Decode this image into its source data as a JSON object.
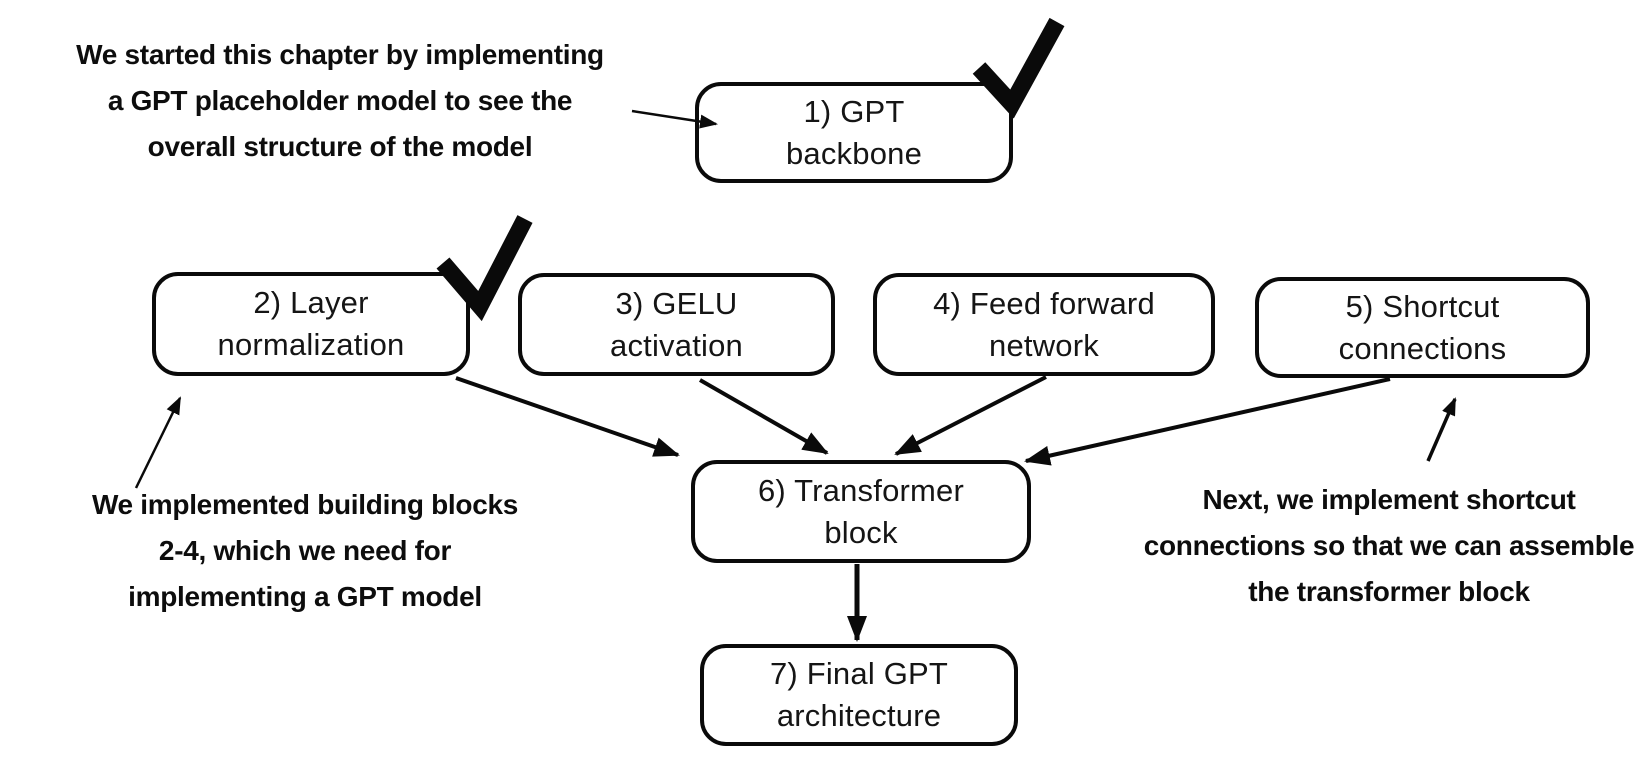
{
  "colors": {
    "background": "#ffffff",
    "ink": "#0a0a0a",
    "box_fill": "#ffffff"
  },
  "nodes": [
    {
      "id": "gpt-backbone",
      "lines": [
        "1) GPT",
        "backbone"
      ],
      "checked": true
    },
    {
      "id": "layer-normalization",
      "lines": [
        "2) Layer",
        "normalization"
      ],
      "checked": true
    },
    {
      "id": "gelu-activation",
      "lines": [
        "3) GELU",
        "activation"
      ],
      "checked": false
    },
    {
      "id": "feed-forward-network",
      "lines": [
        "4) Feed forward",
        "network"
      ],
      "checked": false
    },
    {
      "id": "shortcut-connections",
      "lines": [
        "5) Shortcut",
        "connections"
      ],
      "checked": false
    },
    {
      "id": "transformer-block",
      "lines": [
        "6) Transformer",
        "block"
      ],
      "checked": false
    },
    {
      "id": "final-gpt-architecture",
      "lines": [
        "7) Final GPT",
        "architecture"
      ],
      "checked": false
    }
  ],
  "annotations": [
    {
      "id": "intro-note",
      "lines": [
        "We started this chapter by implementing",
        "a GPT placeholder model to see the",
        "overall structure of the model"
      ]
    },
    {
      "id": "building-blocks-note",
      "lines": [
        "We implemented building blocks",
        "2-4, which we need for",
        "implementing a GPT model"
      ]
    },
    {
      "id": "next-step-note",
      "lines": [
        "Next, we implement shortcut",
        "connections so that we can assemble",
        "the transformer block"
      ]
    }
  ]
}
